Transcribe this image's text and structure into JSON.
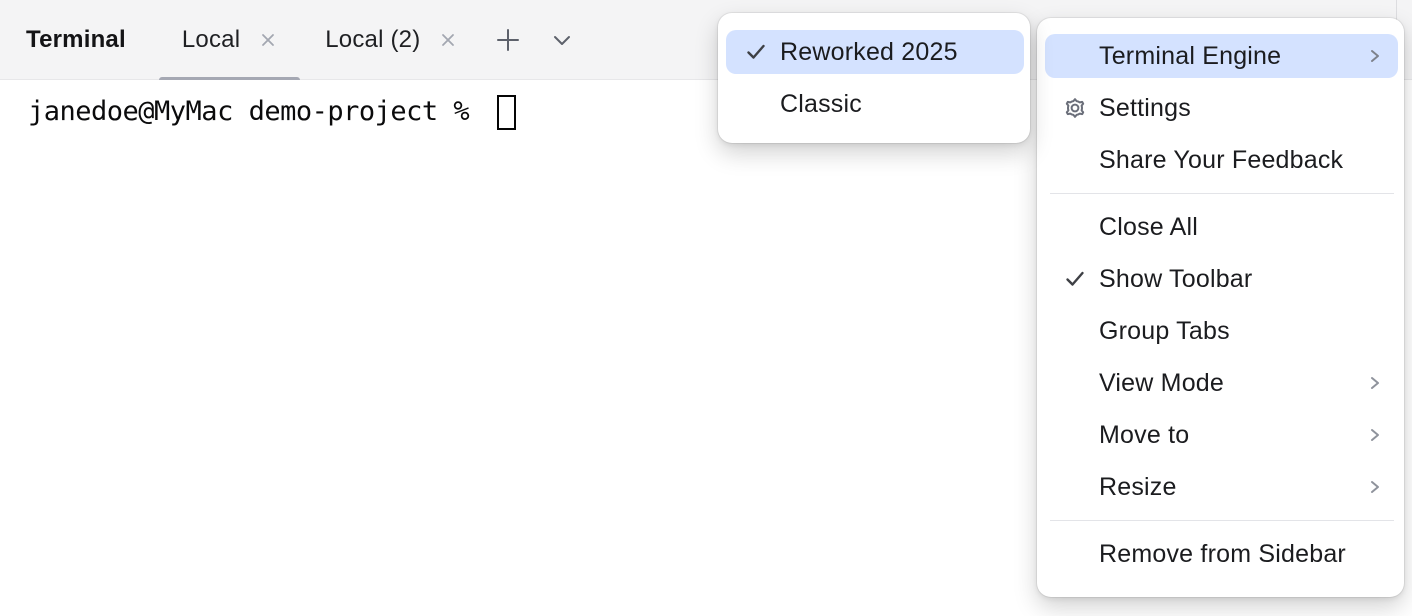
{
  "header": {
    "title": "Terminal",
    "tabs": [
      {
        "label": "Local",
        "active": true
      },
      {
        "label": "Local (2)",
        "active": false
      }
    ],
    "icons": {
      "close": "close-icon",
      "add_tab": "plus-icon",
      "tab_options": "chevron-down-icon"
    }
  },
  "terminal": {
    "prompt": "janedoe@MyMac demo-project % "
  },
  "context_menu": {
    "items": [
      {
        "label": "Terminal Engine",
        "has_submenu": true,
        "highlighted": true
      },
      {
        "label": "Settings",
        "icon": "gear-icon"
      },
      {
        "label": "Share Your Feedback"
      },
      {
        "label": "Close All"
      },
      {
        "label": "Show Toolbar",
        "checked": true
      },
      {
        "label": "Group Tabs"
      },
      {
        "label": "View Mode",
        "has_submenu": true
      },
      {
        "label": "Move to",
        "has_submenu": true
      },
      {
        "label": "Resize",
        "has_submenu": true
      },
      {
        "label": "Remove from Sidebar"
      }
    ]
  },
  "engine_submenu": {
    "items": [
      {
        "label": "Reworked 2025",
        "checked": true,
        "highlighted": true
      },
      {
        "label": "Classic",
        "checked": false
      }
    ]
  },
  "colors": {
    "selection_background": "#d4e2ff",
    "tabbar_background": "#f4f4f5",
    "active_tab_underline": "#a5a8b3",
    "menu_text": "#1b1c1f",
    "muted_icon": "#70747e",
    "separator": "#e3e4e8"
  }
}
